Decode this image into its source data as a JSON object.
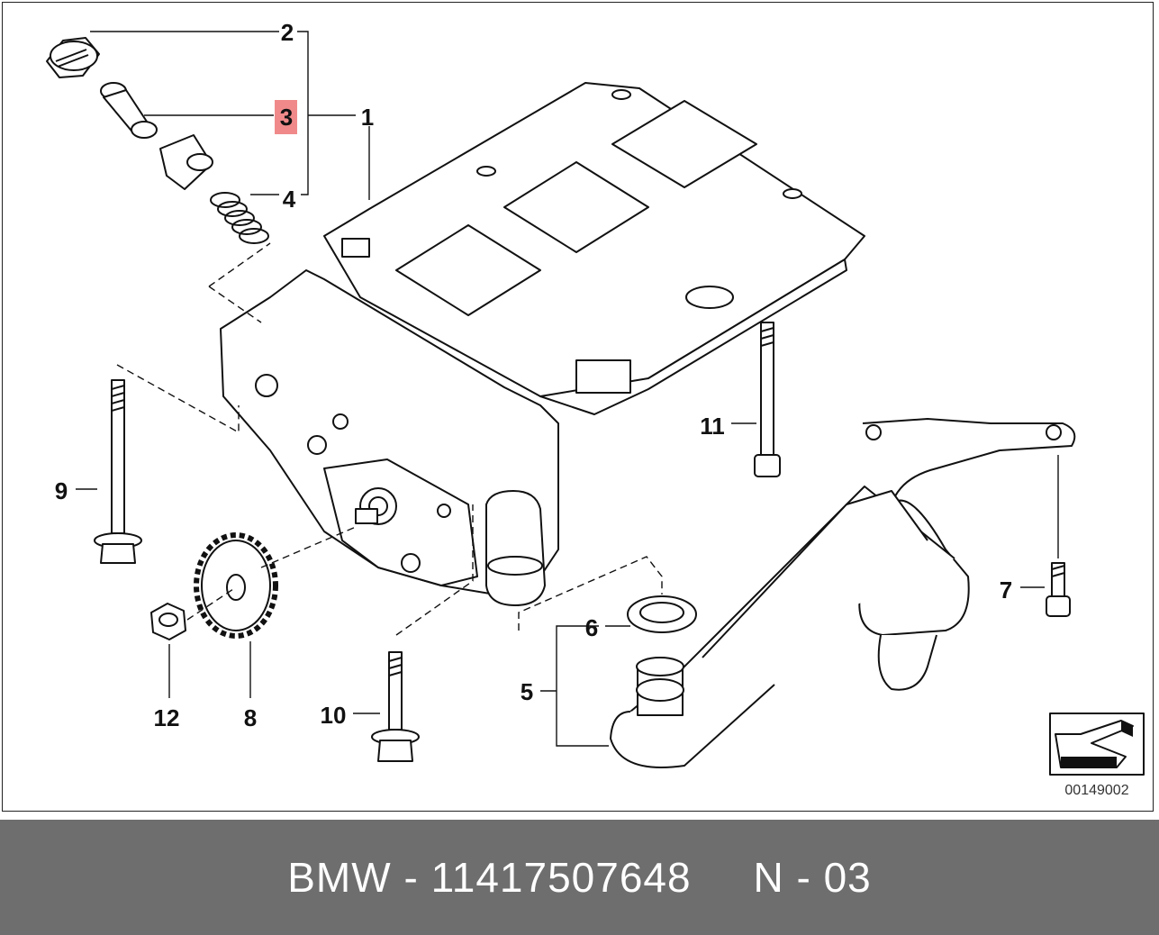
{
  "callouts": {
    "c1": "1",
    "c2": "2",
    "c3": "3",
    "c4": "4",
    "c5": "5",
    "c6": "6",
    "c7": "7",
    "c8": "8",
    "c9": "9",
    "c10": "10",
    "c11": "11",
    "c12": "12"
  },
  "highlighted_callout": "3",
  "diagram_number": "00149002",
  "footer": {
    "brand": "BMW",
    "separator": " - ",
    "part_number": "11417507648",
    "gap": "     ",
    "page_ref": "N - 03"
  },
  "colors": {
    "highlight": "#f08a8a",
    "footer_bg": "#6e6e6e",
    "footer_text": "#ffffff",
    "line": "#111111"
  },
  "icons": {
    "orientation": "direction-arrow-icon"
  }
}
